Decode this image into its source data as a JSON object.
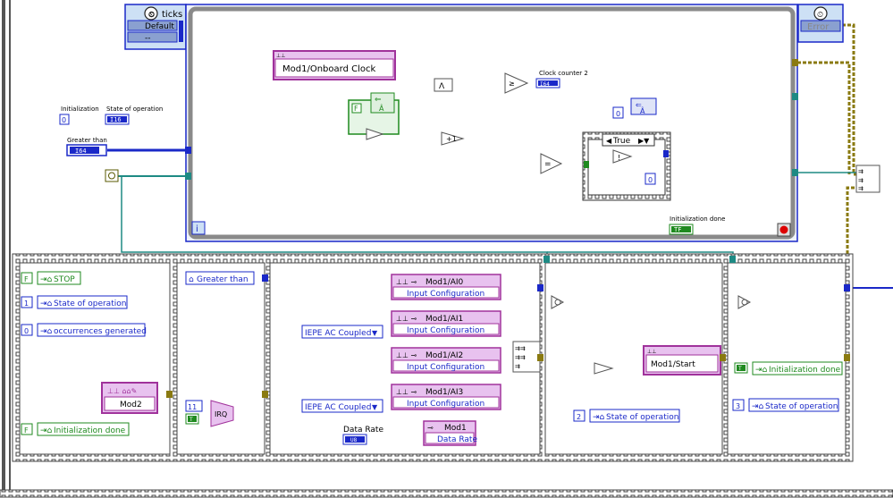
{
  "colors": {
    "wire_blue": "#1a28c8",
    "wire_teal": "#1e8a84",
    "wire_green": "#1f8a1f",
    "wire_orange": "#8a6d12",
    "wire_error": "#8a7a10",
    "frame": "#3a3a3a",
    "loop_gray": "#9a9a9a",
    "pink_node": "#e8c2ef",
    "pink_border": "#a0329b",
    "const_blue": "#1a28c8",
    "const_green": "#1f8a1f"
  },
  "top": {
    "ticks_label": "ticks",
    "ticks_case": "Default",
    "ticks_case_alt": "--",
    "error_label": "Error",
    "clock_node": "Mod1/Onboard Clock",
    "clock_counter_label": "Clock counter 2",
    "clock_counter_type": "I64",
    "initialization_label": "Initialization",
    "initialization_value": "0",
    "state_label": "State of operation",
    "state_type": "I16",
    "greater_label": "Greater than",
    "greater_type": "I64",
    "case_true": "True",
    "const_F": "F",
    "const_0a": "0",
    "const_0b": "0",
    "init_done_label": "Initialization done",
    "init_done_type": "TF",
    "loop_iter": "i"
  },
  "bottom": {
    "f0": {
      "stop_const": "F",
      "stop_label": "STOP",
      "state_const": "1",
      "state_label": "State of operation",
      "occ_const": "0",
      "occ_label": "occurrences generated",
      "mod2": "Mod2",
      "init_const": "F",
      "init_label": "Initialization done"
    },
    "f1": {
      "greater_label": "Greater than",
      "irq_const": "11",
      "irq_label": "IRQ",
      "true_const": "T"
    },
    "f2": {
      "mod_items": [
        {
          "name": "Mod1/AI0",
          "prop": "Input Configuration"
        },
        {
          "name": "Mod1/AI1",
          "prop": "Input Configuration"
        },
        {
          "name": "Mod1/AI2",
          "prop": "Input Configuration"
        },
        {
          "name": "Mod1/AI3",
          "prop": "Input Configuration"
        }
      ],
      "iepe_1": "IEPE AC Coupled",
      "iepe_2": "IEPE AC Coupled",
      "data_rate_label": "Data Rate",
      "data_rate_type": "U8",
      "mod1_name": "Mod1",
      "mod1_prop": "Data Rate"
    },
    "f3": {
      "start_node": "Mod1/Start",
      "state_const": "2",
      "state_label": "State of operation"
    },
    "f4": {
      "init_const": "T",
      "init_label": "Initialization done",
      "state_const": "3",
      "state_label": "State of operation"
    }
  }
}
